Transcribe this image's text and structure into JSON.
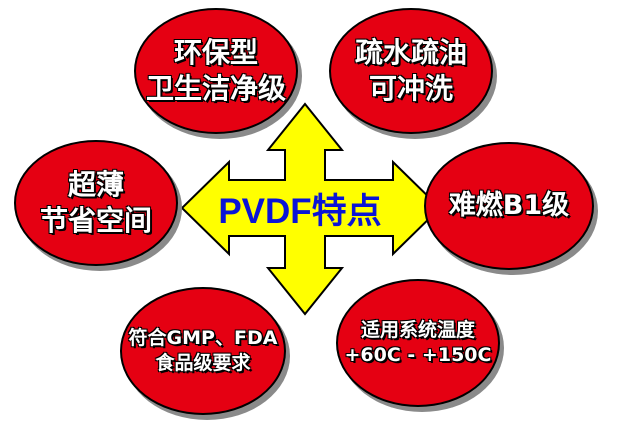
{
  "center": {
    "label": "PVDF特点",
    "color": "#0a14d6"
  },
  "arrow": {
    "fill": "#ffff00",
    "stroke": "#000000"
  },
  "bubble_color": "#e50012",
  "features": {
    "top_left": "环保型\n卫生洁净级",
    "top_right": "疏水疏油\n可冲洗",
    "left": "超薄\n节省空间",
    "right": "难燃B1级",
    "bottom_left": "符合GMP、FDA\n食品级要求",
    "bottom_right": "适用系统温度\n+60C - +150C"
  }
}
